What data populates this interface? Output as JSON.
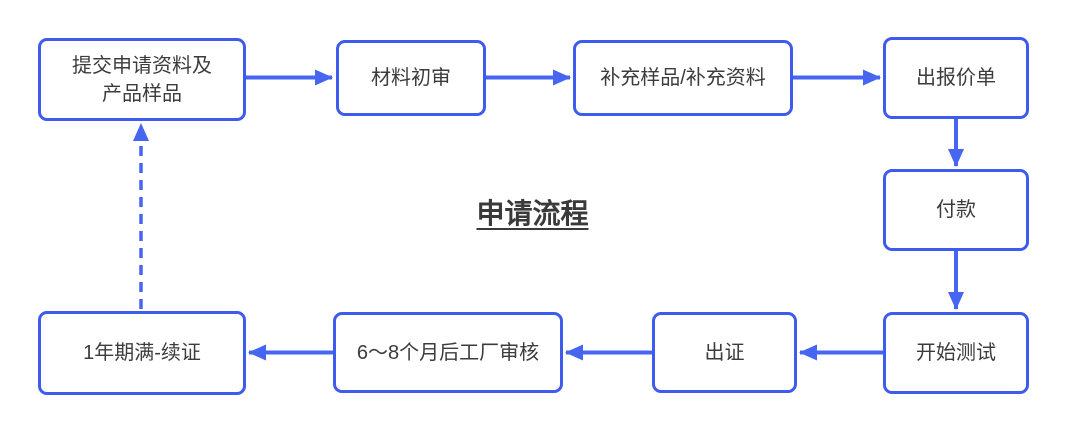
{
  "title": "申请流程",
  "colors": {
    "node_border": "#3e5bf0",
    "arrow": "#4666f1",
    "node_background": "#ffffff",
    "text": "#3c3c3c",
    "title_text": "#3a3a3a"
  },
  "nodes": [
    {
      "id": "submit",
      "label": "提交申请资料及\n产品样品"
    },
    {
      "id": "initial-review",
      "label": "材料初审"
    },
    {
      "id": "supplement",
      "label": "补充样品/补充资料"
    },
    {
      "id": "quotation",
      "label": "出报价单"
    },
    {
      "id": "payment",
      "label": "付款"
    },
    {
      "id": "start-testing",
      "label": "开始测试"
    },
    {
      "id": "certificate",
      "label": "出证"
    },
    {
      "id": "factory-audit",
      "label": "6～8个月后工厂审核"
    },
    {
      "id": "renewal",
      "label": "1年期满-续证"
    }
  ],
  "edges": [
    {
      "from": "submit",
      "to": "initial-review",
      "style": "solid",
      "direction": "right"
    },
    {
      "from": "initial-review",
      "to": "supplement",
      "style": "solid",
      "direction": "right"
    },
    {
      "from": "supplement",
      "to": "quotation",
      "style": "solid",
      "direction": "right"
    },
    {
      "from": "quotation",
      "to": "payment",
      "style": "solid",
      "direction": "down"
    },
    {
      "from": "payment",
      "to": "start-testing",
      "style": "solid",
      "direction": "down"
    },
    {
      "from": "start-testing",
      "to": "certificate",
      "style": "solid",
      "direction": "left"
    },
    {
      "from": "certificate",
      "to": "factory-audit",
      "style": "solid",
      "direction": "left"
    },
    {
      "from": "factory-audit",
      "to": "renewal",
      "style": "solid",
      "direction": "left"
    },
    {
      "from": "renewal",
      "to": "submit",
      "style": "dashed",
      "direction": "up"
    }
  ]
}
